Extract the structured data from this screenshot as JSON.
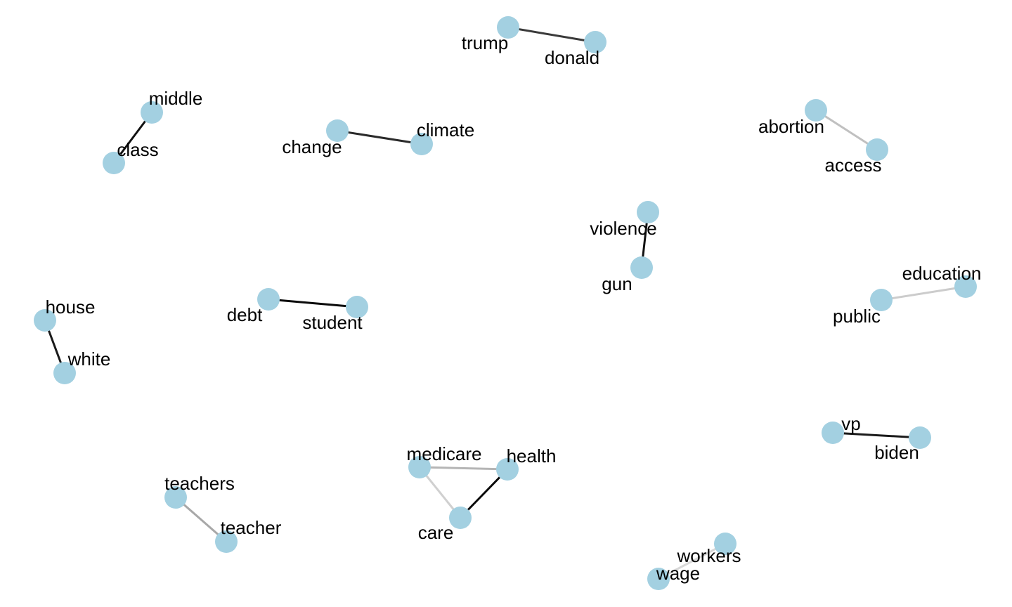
{
  "graph": {
    "node_color": "#a3d0e1",
    "nodes": [
      {
        "id": "trump",
        "label": "trump"
      },
      {
        "id": "donald",
        "label": "donald"
      },
      {
        "id": "middle",
        "label": "middle"
      },
      {
        "id": "class",
        "label": "class"
      },
      {
        "id": "change",
        "label": "change"
      },
      {
        "id": "climate",
        "label": "climate"
      },
      {
        "id": "abortion",
        "label": "abortion"
      },
      {
        "id": "access",
        "label": "access"
      },
      {
        "id": "violence",
        "label": "violence"
      },
      {
        "id": "gun",
        "label": "gun"
      },
      {
        "id": "education",
        "label": "education"
      },
      {
        "id": "public",
        "label": "public"
      },
      {
        "id": "house",
        "label": "house"
      },
      {
        "id": "white",
        "label": "white"
      },
      {
        "id": "debt",
        "label": "debt"
      },
      {
        "id": "student",
        "label": "student"
      },
      {
        "id": "vp",
        "label": "vp"
      },
      {
        "id": "biden",
        "label": "biden"
      },
      {
        "id": "medicare",
        "label": "medicare"
      },
      {
        "id": "health",
        "label": "health"
      },
      {
        "id": "care",
        "label": "care"
      },
      {
        "id": "teachers",
        "label": "teachers"
      },
      {
        "id": "teacher",
        "label": "teacher"
      },
      {
        "id": "workers",
        "label": "workers"
      },
      {
        "id": "wage",
        "label": "wage"
      }
    ],
    "edges": [
      {
        "source": "trump",
        "target": "donald",
        "color": "#3a3a3a"
      },
      {
        "source": "middle",
        "target": "class",
        "color": "#111111"
      },
      {
        "source": "change",
        "target": "climate",
        "color": "#2a2a2a"
      },
      {
        "source": "abortion",
        "target": "access",
        "color": "#c0c0c0"
      },
      {
        "source": "violence",
        "target": "gun",
        "color": "#111111"
      },
      {
        "source": "public",
        "target": "education",
        "color": "#cccccc"
      },
      {
        "source": "house",
        "target": "white",
        "color": "#1a1a1a"
      },
      {
        "source": "debt",
        "target": "student",
        "color": "#0a0a0a"
      },
      {
        "source": "vp",
        "target": "biden",
        "color": "#1a1a1a"
      },
      {
        "source": "medicare",
        "target": "health",
        "color": "#b5b5b5"
      },
      {
        "source": "medicare",
        "target": "care",
        "color": "#d0d0d0"
      },
      {
        "source": "health",
        "target": "care",
        "color": "#0a0a0a"
      },
      {
        "source": "teachers",
        "target": "teacher",
        "color": "#a8a8a8"
      },
      {
        "source": "workers",
        "target": "wage",
        "color": "#d8d8d8"
      }
    ]
  }
}
